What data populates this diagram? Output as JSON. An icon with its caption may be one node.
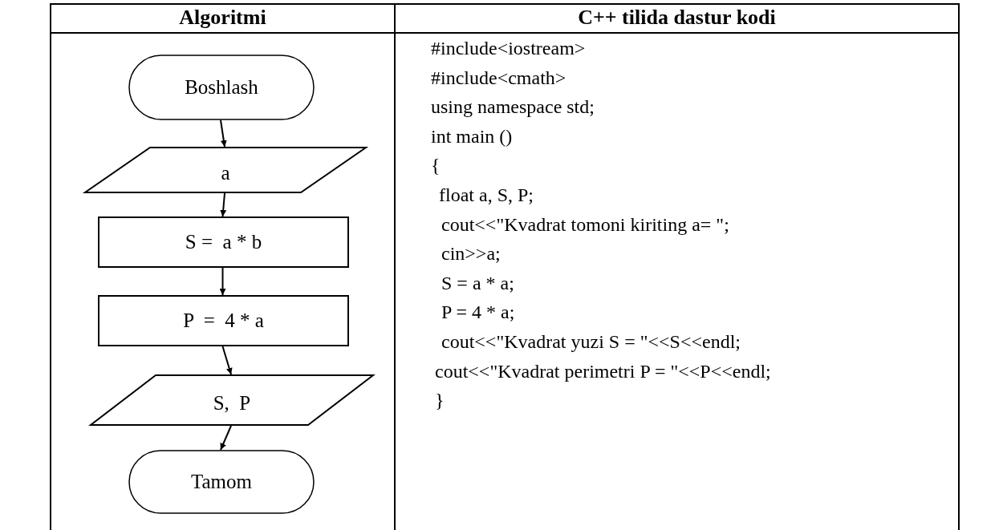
{
  "diagram": {
    "nodes": [
      {
        "text": [
          "Boshlash"
        ]
      },
      {
        "text": [
          "a"
        ]
      },
      {
        "text": [
          "S =  a * b"
        ]
      },
      {
        "text": [
          "P  =  4 * a"
        ]
      },
      {
        "text": [
          "S,  P"
        ]
      },
      {
        "text": [
          "Tamom"
        ]
      }
    ],
    "edges": [
      {
        "from": 0,
        "to": 1,
        "arrow": "to"
      },
      {
        "from": 1,
        "to": 2,
        "arrow": "to"
      },
      {
        "from": 2,
        "to": 3,
        "arrow": "to"
      },
      {
        "from": 3,
        "to": 4,
        "arrow": "to"
      },
      {
        "from": 4,
        "to": 5,
        "arrow": "to"
      }
    ],
    "labels": [
      "Algoritmi",
      "C++ tilida dastur kodi",
      "#include<iostream>",
      "#include<cmath>",
      "using namespace std;",
      "int main ()",
      "{",
      "float a, S, P;",
      "cout<<\"Kvadrat tomoni kiriting a= \";",
      "cin>>a;",
      "S = a * a;",
      "P = 4 * a;",
      "cout<<\"Kvadrat yuzi S = \"<<S<<endl;",
      "cout<<\"Kvadrat perimetri P = \"<<P<<endl;",
      "}"
    ]
  }
}
